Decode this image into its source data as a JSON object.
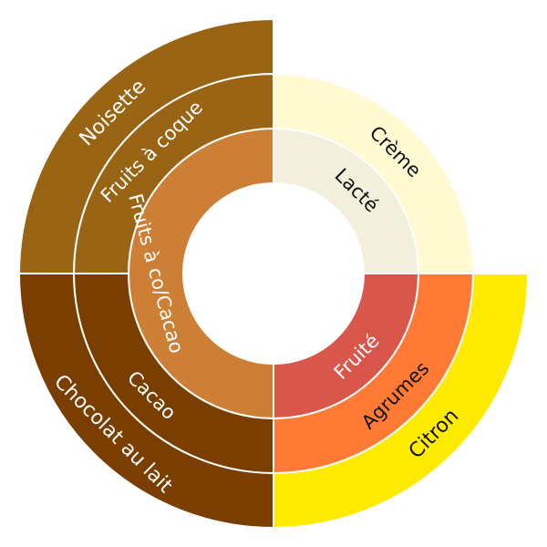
{
  "chart_data": {
    "type": "sunburst",
    "title": "",
    "nodes": [
      {
        "id": "fc",
        "label": "Fruits à co/Cacao",
        "parent": "",
        "value": 2,
        "color": "#CD7F35"
      },
      {
        "id": "lacte",
        "label": "Lacté",
        "parent": "",
        "value": 1,
        "color": "#F2F0DC"
      },
      {
        "id": "fruite",
        "label": "Fruité",
        "parent": "",
        "value": 1,
        "color": "#D9574A"
      },
      {
        "id": "cacao",
        "label": "Cacao",
        "parent": "fc",
        "value": 1,
        "color": "#7A3F00"
      },
      {
        "id": "coque",
        "label": "Fruits à coque",
        "parent": "fc",
        "value": 1,
        "color": "#9A6415"
      },
      {
        "id": "creme",
        "label": "Crème",
        "parent": "lacte",
        "value": 1,
        "color": "#FFFAD2"
      },
      {
        "id": "agrumes",
        "label": "Agrumes",
        "parent": "fruite",
        "value": 1,
        "color": "#FF7A35"
      },
      {
        "id": "choco",
        "label": "Chocolat au lait",
        "parent": "cacao",
        "value": 1,
        "color": "#7A3F00"
      },
      {
        "id": "noisette",
        "label": "Noisette",
        "parent": "coque",
        "value": 1,
        "color": "#9A6415"
      },
      {
        "id": "citron",
        "label": "Citron",
        "parent": "agrumes",
        "value": 1,
        "color": "#FFEB00"
      }
    ],
    "root_order": [
      "lacte",
      "fruite",
      "fc"
    ]
  }
}
